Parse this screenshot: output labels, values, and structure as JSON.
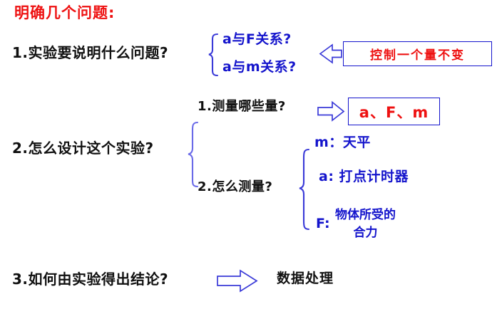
{
  "slide": {
    "title": "明确几个问题:",
    "title_color": "#ee1111",
    "background": "#ffffff"
  },
  "questions": [
    {
      "number": "1.",
      "text": "1.实验要说明什么问题?",
      "color": "#101010",
      "branches": [
        {
          "text": "a与F关系?",
          "color": "#1414cc"
        },
        {
          "text": "a与m关系?",
          "color": "#1414cc"
        }
      ],
      "note_box": {
        "text": "控制一个量不变",
        "text_color": "#ee1111",
        "border_color": "#1414cc"
      },
      "arrow": {
        "name": "left-arrow",
        "direction": "left",
        "color": "#1414cc"
      }
    },
    {
      "number": "2.",
      "text": "2.怎么设计这个实验?",
      "color": "#101010",
      "sub": [
        {
          "text": "1.测量哪些量?",
          "color": "#101010",
          "arrow": {
            "name": "right-arrow",
            "direction": "right",
            "color": "#1414cc"
          },
          "result_box": {
            "text": "a、F、m",
            "text_color": "#ee1111",
            "border_color": "#1414cc"
          }
        },
        {
          "text": "2.怎么测量?",
          "color": "#101010",
          "measures": [
            {
              "symbol": "m：",
              "tool": "天平",
              "color": "#1414cc"
            },
            {
              "symbol": "a:",
              "tool": "打点计时器",
              "color": "#1414cc"
            },
            {
              "symbol": "F:",
              "tool_line1": "物体所受的",
              "tool_line2": "合力",
              "color": "#1414cc"
            }
          ]
        }
      ]
    },
    {
      "number": "3.",
      "text": "3.如何由实验得出结论?",
      "color": "#101010",
      "arrow": {
        "name": "right-arrow",
        "direction": "right",
        "color": "#1414cc"
      },
      "result": "数据处理",
      "result_color": "#101010"
    }
  ],
  "measures_full": {
    "m_symbol": "m：",
    "m_tool": "天平",
    "a_symbol": "a:",
    "a_tool": "打点计时器",
    "f_symbol": "F:",
    "f_tool_line1": "物体所受的",
    "f_tool_line2": "合力"
  }
}
